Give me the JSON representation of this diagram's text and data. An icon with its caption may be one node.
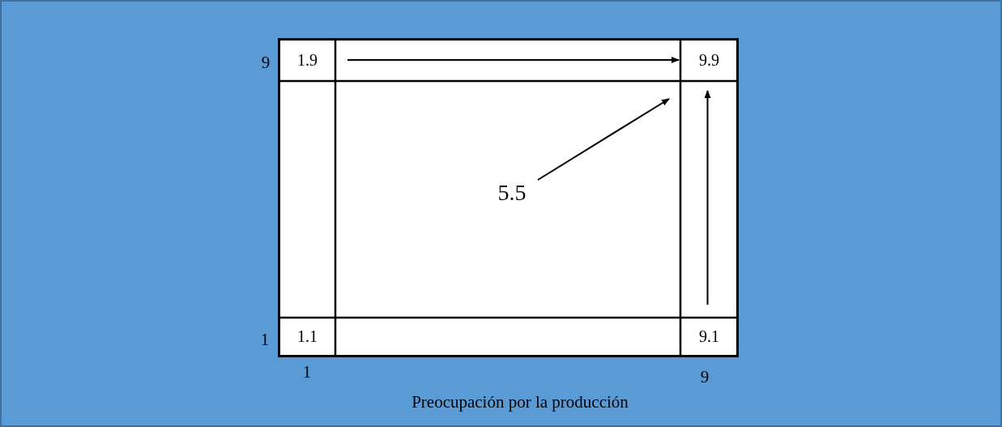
{
  "diagram": {
    "nodes": [
      {
        "text": [],
        "shape": "box"
      },
      {
        "text": [
          "1.9"
        ],
        "in": 0
      },
      {
        "text": [
          "9.9"
        ],
        "in": 0
      },
      {
        "text": [
          "5.5"
        ],
        "in": 0
      },
      {
        "text": [
          "1.1"
        ],
        "in": 0
      },
      {
        "text": [
          "9.1"
        ],
        "in": 0
      }
    ],
    "edges": [
      {
        "from": 1,
        "to": 2,
        "arrow": "to"
      },
      {
        "from": 3,
        "to": 2,
        "arrow": "to"
      },
      {
        "from": 5,
        "to": 2,
        "arrow": "to"
      }
    ],
    "labels": [
      "9",
      "1",
      "1",
      "9",
      "Preocupación por la producción"
    ]
  }
}
